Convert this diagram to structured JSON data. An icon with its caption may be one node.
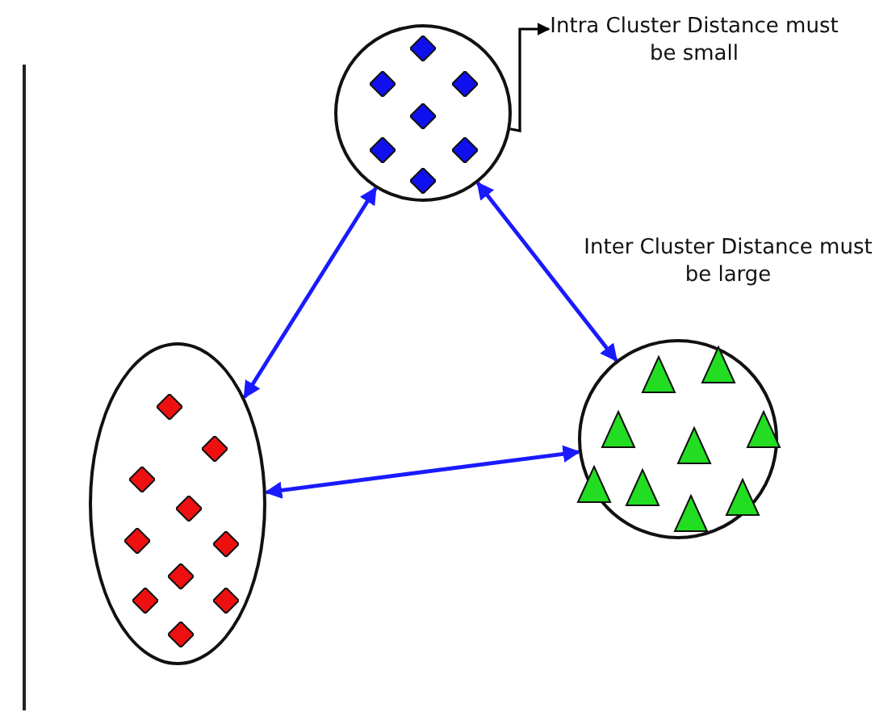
{
  "diagram": {
    "nodes": [
      {
        "text": [],
        "shape": "circle"
      },
      {
        "text": [],
        "shape": "diamond",
        "in": 0
      },
      {
        "text": [],
        "shape": "diamond",
        "in": 0
      },
      {
        "text": [],
        "shape": "diamond",
        "in": 0
      },
      {
        "text": [],
        "shape": "diamond",
        "in": 0
      },
      {
        "text": [],
        "shape": "diamond",
        "in": 0
      },
      {
        "text": [],
        "shape": "diamond",
        "in": 0
      },
      {
        "text": [],
        "shape": "diamond",
        "in": 0
      },
      {
        "text": [],
        "shape": "ellipse"
      },
      {
        "text": [],
        "shape": "diamond",
        "in": 8
      },
      {
        "text": [],
        "shape": "diamond",
        "in": 8
      },
      {
        "text": [],
        "shape": "diamond",
        "in": 8
      },
      {
        "text": [],
        "shape": "diamond",
        "in": 8
      },
      {
        "text": [],
        "shape": "diamond",
        "in": 8
      },
      {
        "text": [],
        "shape": "diamond",
        "in": 8
      },
      {
        "text": [],
        "shape": "diamond",
        "in": 8
      },
      {
        "text": [],
        "shape": "diamond",
        "in": 8
      },
      {
        "text": [],
        "shape": "diamond",
        "in": 8
      },
      {
        "text": [],
        "shape": "diamond",
        "in": 8
      },
      {
        "text": [],
        "shape": "circle"
      },
      {
        "text": [],
        "shape": "triangle",
        "in": 19
      },
      {
        "text": [],
        "shape": "triangle",
        "in": 19
      },
      {
        "text": [],
        "shape": "triangle",
        "in": 19
      },
      {
        "text": [],
        "shape": "triangle",
        "in": 19
      },
      {
        "text": [],
        "shape": "triangle",
        "in": 19
      },
      {
        "text": [],
        "shape": "triangle",
        "in": 19
      },
      {
        "text": [],
        "shape": "triangle",
        "in": 19
      },
      {
        "text": [],
        "shape": "triangle",
        "in": 19
      },
      {
        "text": [],
        "shape": "triangle",
        "in": 19
      },
      {
        "text": [
          "Intra Cluster Distance must be small"
        ]
      }
    ],
    "edges": [
      {
        "from": 0,
        "to": 29,
        "arrow": "to",
        "color": "#000000"
      },
      {
        "from": 0,
        "to": 8,
        "arrow": "both"
      },
      {
        "from": 0,
        "to": 19,
        "arrow": "both"
      },
      {
        "from": 8,
        "to": 19,
        "arrow": "both"
      }
    ],
    "labels": [
      "Inter Cluster Distance must be large"
    ]
  }
}
